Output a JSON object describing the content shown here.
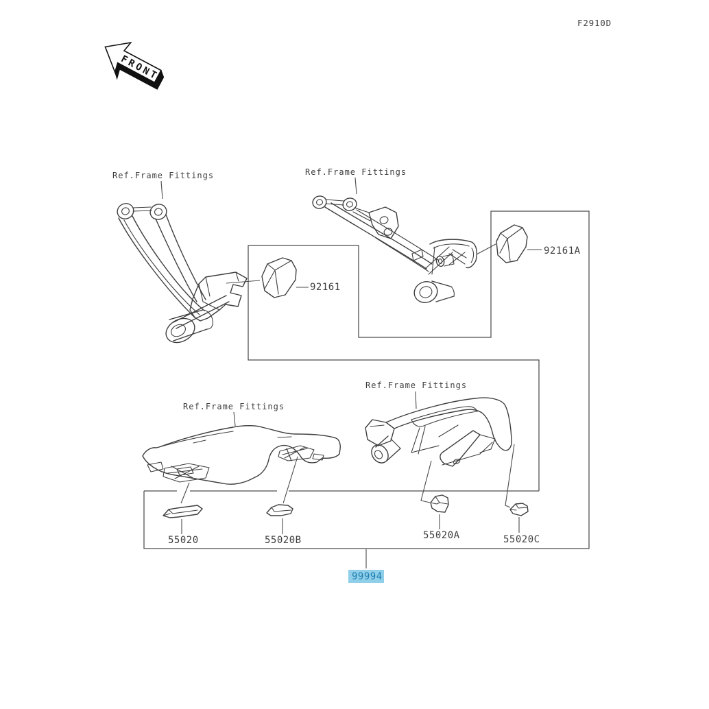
{
  "diagram_code": "F2910D",
  "front_arrow": {
    "label": "FRONT"
  },
  "reference_labels": [
    {
      "text": "Ref.Frame Fittings"
    },
    {
      "text": "Ref.Frame Fittings"
    },
    {
      "text": "Ref.Frame Fittings"
    },
    {
      "text": "Ref.Frame Fittings"
    }
  ],
  "parts": [
    {
      "number": "92161",
      "highlighted": false
    },
    {
      "number": "92161A",
      "highlighted": false
    },
    {
      "number": "55020",
      "highlighted": false
    },
    {
      "number": "55020B",
      "highlighted": false
    },
    {
      "number": "55020A",
      "highlighted": false
    },
    {
      "number": "55020C",
      "highlighted": false
    },
    {
      "number": "99994",
      "highlighted": true
    }
  ],
  "colors": {
    "line": "#3E3E3E",
    "highlight_bg": "#8FCFE9",
    "highlight_text": "#1E7CAD",
    "background": "#FFFFFF"
  }
}
